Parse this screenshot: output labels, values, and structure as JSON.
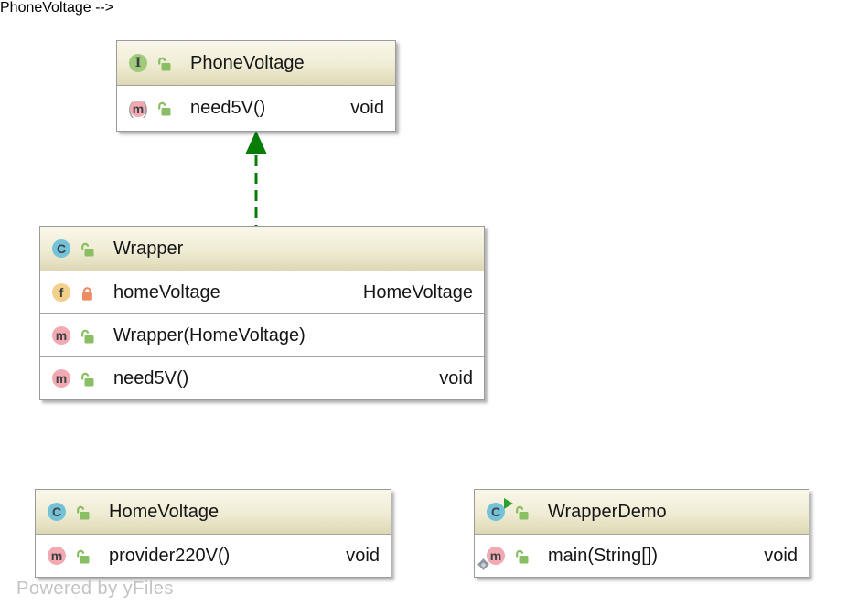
{
  "watermark": "Powered by yFiles",
  "icons": {
    "interface_letter": "I",
    "class_letter": "C",
    "field_letter": "f",
    "method_letter": "m",
    "abstract_paren_open": "(",
    "abstract_paren_close": ")"
  },
  "colors": {
    "interface_icon": "#a0ca7c",
    "class_icon": "#74c2d8",
    "field_icon": "#f2cf8b",
    "method_icon": "#f2a9b2",
    "lock_public": "#8abe62",
    "lock_private": "#ed8c62",
    "run_marker": "#2f9e2f",
    "edge_realization": "#077d07",
    "header_gradient_top": "#f9f7ea",
    "header_gradient_bottom": "#ddd8b4",
    "box_border": "#9b9b9b",
    "watermark_text": "#c3c3c3"
  },
  "classes": {
    "phone_voltage": {
      "kind": "interface",
      "title": "PhoneVoltage",
      "visibility": "public",
      "members": [
        {
          "member_kind": "method",
          "abstract": true,
          "visibility": "public",
          "name": "need5V()",
          "type": "void"
        }
      ]
    },
    "wrapper": {
      "kind": "class",
      "title": "Wrapper",
      "visibility": "public",
      "members": [
        {
          "member_kind": "field",
          "visibility": "private",
          "name": "homeVoltage",
          "type": "HomeVoltage"
        },
        {
          "member_kind": "constructor",
          "visibility": "public",
          "name": "Wrapper(HomeVoltage)",
          "type": ""
        },
        {
          "member_kind": "method",
          "visibility": "public",
          "name": "need5V()",
          "type": "void"
        }
      ]
    },
    "home_voltage": {
      "kind": "class",
      "title": "HomeVoltage",
      "visibility": "public",
      "members": [
        {
          "member_kind": "method",
          "visibility": "public",
          "name": "provider220V()",
          "type": "void"
        }
      ]
    },
    "wrapper_demo": {
      "kind": "runnable-class",
      "title": "WrapperDemo",
      "visibility": "public",
      "members": [
        {
          "member_kind": "method",
          "static": true,
          "visibility": "public",
          "name": "main(String[])",
          "type": "void"
        }
      ]
    }
  },
  "edges": [
    {
      "from": "Wrapper",
      "to": "PhoneVoltage",
      "type": "realization",
      "line_style": "dashed",
      "color": "#077d07"
    }
  ]
}
